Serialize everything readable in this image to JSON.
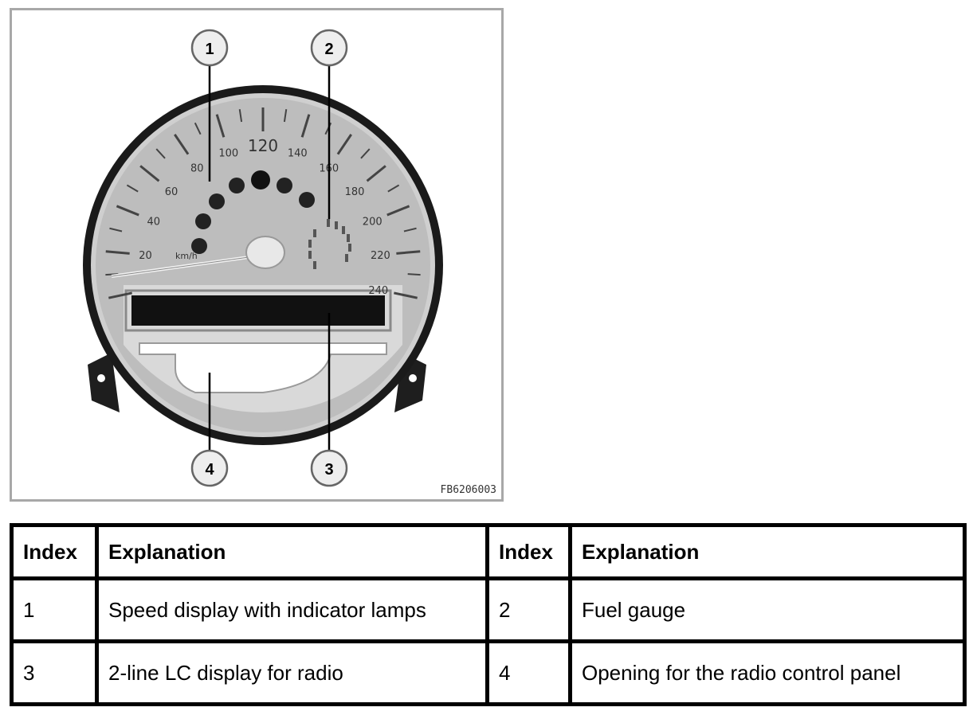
{
  "figure": {
    "code": "FB6206003",
    "callouts": [
      "1",
      "2",
      "3",
      "4"
    ],
    "speed_labels": [
      "20",
      "40",
      "60",
      "80",
      "100",
      "120",
      "140",
      "160",
      "180",
      "200",
      "220",
      "240"
    ],
    "unit": "km/h"
  },
  "table": {
    "headers": [
      "Index",
      "Explanation",
      "Index",
      "Explanation"
    ],
    "rows": [
      [
        "1",
        "Speed display with indicator lamps",
        "2",
        "Fuel gauge"
      ],
      [
        "3",
        "2-line LC display for radio",
        "4",
        "Opening for the radio control panel"
      ]
    ]
  }
}
